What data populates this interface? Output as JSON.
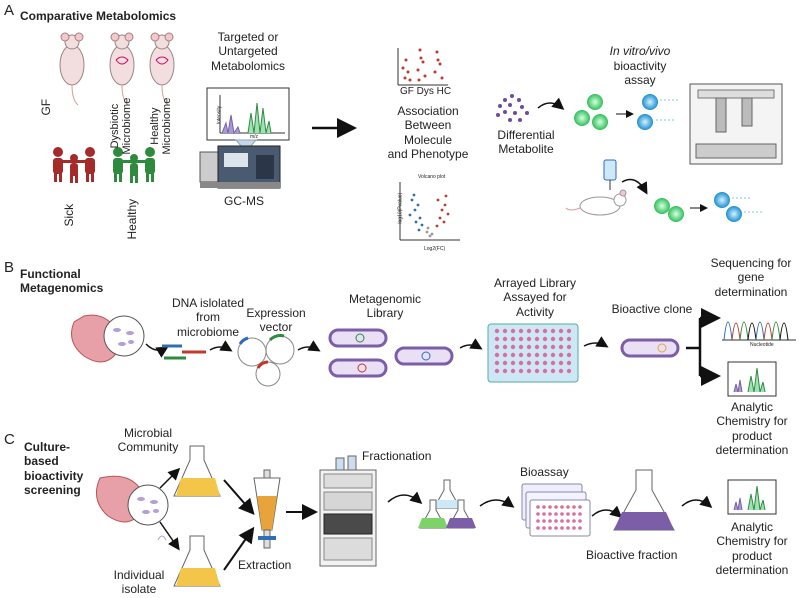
{
  "panel_a": {
    "letter": "A",
    "title": "Comparative Metabolomics",
    "groups": {
      "gf": "GF",
      "dysbiotic": "Dysbiotic Microbiome",
      "healthy_microbiome": "Healthy Microbiome",
      "sick": "Sick",
      "healthy": "Healthy"
    },
    "metabolomics": "Targeted or\nUntargeted\nMetabolomics",
    "chromatogram_y": "Intensity",
    "chromatogram_x": "m/z",
    "gcms": "GC-MS",
    "dot_plot_label": "GF Dys HC",
    "association": "Association\nBetween\nMolecule\nand Phenotype",
    "volcano_title": "Volcano plot",
    "volcano_y": "-log10(Pvalue)",
    "volcano_x": "Log2(FC)",
    "differential": "Differential\nMetabolite",
    "assay_italic": "In vitro/vivo",
    "assay_rest": "bioactivity\nassay"
  },
  "panel_b": {
    "letter": "B",
    "title": "Functional\nMetagenomics",
    "dna": "DNA islolated\nfrom\nmicrobiome",
    "vector": "Expression\nvector",
    "library": "Metagenomic\nLibrary",
    "arrayed": "Arrayed Library\nAssayed for\nActivity",
    "clone": "Bioactive clone",
    "sequencing": "Sequencing for\ngene\ndetermination",
    "seq_axis": "Nucleotide",
    "analytic": "Analytic\nChemistry for\nproduct\ndetermination"
  },
  "panel_c": {
    "letter": "C",
    "title": "Culture-\nbased\nbioactivity\nscreening",
    "community": "Microbial\nCommunity",
    "isolate": "Individual\nisolate",
    "extraction": "Extraction",
    "fractionation": "Fractionation",
    "bioassay": "Bioassay",
    "bioactive_fraction": "Bioactive fraction",
    "analytic": "Analytic\nChemistry for\nproduct\ndetermination"
  },
  "colors": {
    "red": "#c0392b",
    "green": "#2e8b3e",
    "purple": "#7b5ea7",
    "blue": "#2f6db5",
    "pink": "#d86fa0",
    "orange": "#e8a33a",
    "cyan": "#2aa7c9"
  }
}
